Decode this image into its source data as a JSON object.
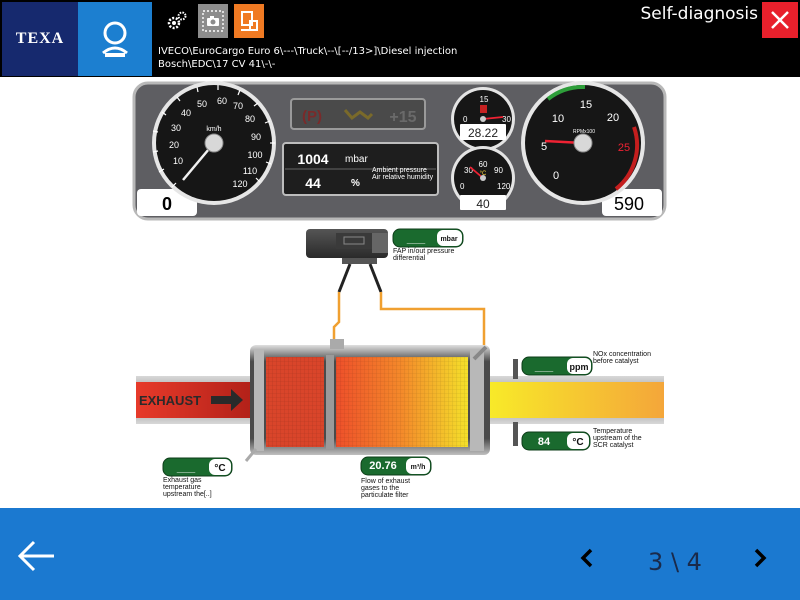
{
  "header": {
    "logo_text": "TEXA",
    "title": "Self-diagnosis",
    "path_line1": "IVECO\\EuroCargo Euro 6\\---\\Truck\\--\\[--/13>]\\Diesel injection",
    "path_line2": "Bosch\\EDC\\17 CV 41\\-\\-"
  },
  "dashboard": {
    "speed_unit": "km/h",
    "speed_ticks": [
      "10",
      "20",
      "30",
      "40",
      "50",
      "60",
      "70",
      "80",
      "90",
      "100",
      "110",
      "120"
    ],
    "speed_value": "0",
    "pressure_value": "1004",
    "pressure_unit": "mbar",
    "pressure_label_1": "Ambient pressure",
    "humidity_label": "Air relative humidity",
    "humidity_value": "44",
    "humidity_unit": "%",
    "warn_p": "(P)",
    "warn_plus": "+15",
    "fuel_value": "28.22",
    "fuel_ticks": [
      "0",
      "15",
      "30"
    ],
    "temp_value": "40",
    "temp_unit": "°C",
    "temp_ticks": [
      "0",
      "30",
      "60",
      "90",
      "120"
    ],
    "rpm_unit": "RPMx100",
    "rpm_ticks": [
      "0",
      "5",
      "10",
      "15",
      "20",
      "25"
    ],
    "rpm_value": "590"
  },
  "sensors": {
    "fap_value": "___",
    "fap_unit": "mbar",
    "fap_label_1": "FAP in/out pressure",
    "fap_label_2": "differential",
    "nox_value": "___",
    "nox_unit": "ppm",
    "nox_label_1": "NOx concentration",
    "nox_label_2": "before  catalyst",
    "scr_temp_value": "84",
    "scr_temp_unit": "°C",
    "scr_label_1": "Temperature",
    "scr_label_2": "upstream  of the",
    "scr_label_3": "SCR  catalyst",
    "flow_value": "20.76",
    "flow_unit": "m³/h",
    "flow_label_1": "Flow of exhaust",
    "flow_label_2": "gases  to the",
    "flow_label_3": "particulate  filter",
    "exh_temp_value": "___",
    "exh_temp_unit": "°C",
    "exh_label_1": "Exhaust gas",
    "exh_label_2": "temperature",
    "exh_label_3": "upstream  the[..]",
    "exhaust_text": "EXHAUST"
  },
  "footer": {
    "page_indicator": "3 \\ 4"
  }
}
